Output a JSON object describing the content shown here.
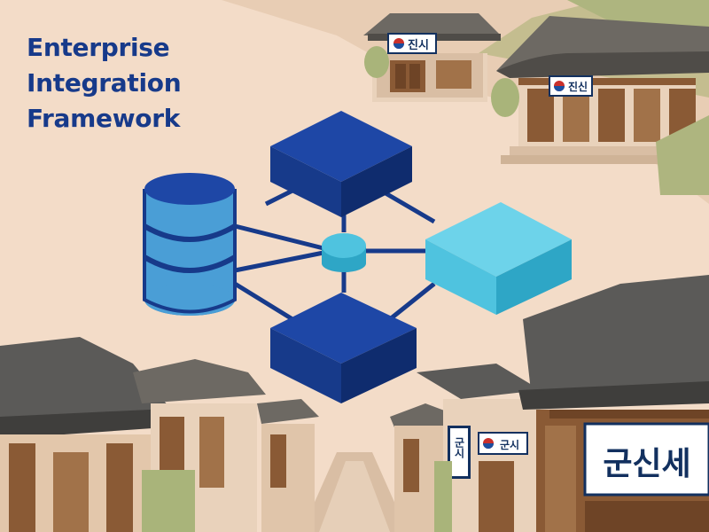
{
  "title": {
    "line1": "Enterprise",
    "line2": "Integration",
    "line3": "Framework"
  },
  "signs": {
    "top_left": "진시",
    "top_right": "진신",
    "street_vertical": "군시",
    "street_small": "군시",
    "street_large": "군신세"
  },
  "colors": {
    "background": "#f3dcc8",
    "title": "#173a8a",
    "navy_block": "#173a8a",
    "cyan_block": "#4fc3df",
    "database": "#4a9ed6",
    "connector": "#173a8a",
    "roof": "#5b5a58",
    "wood": "#8a5a35",
    "foliage": "#a9b47a"
  }
}
